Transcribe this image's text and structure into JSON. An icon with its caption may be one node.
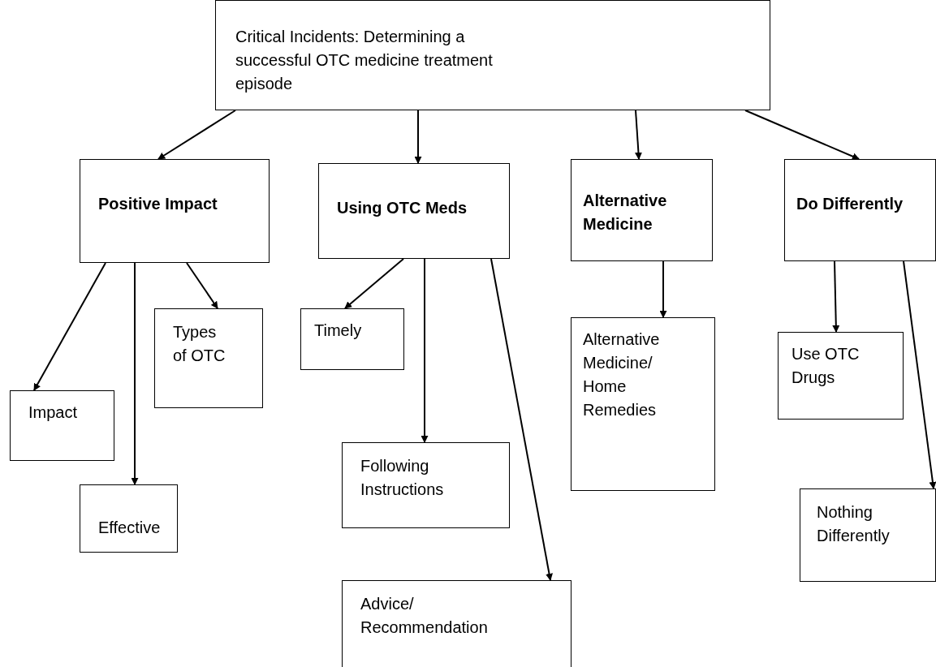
{
  "diagram": {
    "nodes": [
      {
        "text": [
          "Critical Incidents: Determining a successful OTC medicine treatment episode"
        ]
      },
      {
        "text": [
          "Positive Impact"
        ]
      },
      {
        "text": [
          "Using OTC Meds"
        ]
      },
      {
        "text": [
          "Alternative Medicine"
        ]
      },
      {
        "text": [
          "Do Differently"
        ]
      },
      {
        "text": [
          "Types of OTC"
        ]
      },
      {
        "text": [
          "Impact"
        ]
      },
      {
        "text": [
          "Effective"
        ]
      },
      {
        "text": [
          "Timely"
        ]
      },
      {
        "text": [
          "Following Instructions"
        ]
      },
      {
        "text": [
          "Advice/ Recommendation"
        ]
      },
      {
        "text": [
          "Alternative Medicine/ Home Remedies"
        ]
      },
      {
        "text": [
          "Use OTC Drugs"
        ]
      },
      {
        "text": [
          "Nothing Differently"
        ]
      }
    ],
    "edges": [
      {
        "from": 0,
        "to": 1,
        "arrow": "to"
      },
      {
        "from": 0,
        "to": 2,
        "arrow": "to"
      },
      {
        "from": 0,
        "to": 3,
        "arrow": "to"
      },
      {
        "from": 0,
        "to": 4,
        "arrow": "to"
      },
      {
        "from": 1,
        "to": 6,
        "arrow": "to"
      },
      {
        "from": 1,
        "to": 7,
        "arrow": "to"
      },
      {
        "from": 1,
        "to": 5,
        "arrow": "to"
      },
      {
        "from": 2,
        "to": 8,
        "arrow": "to"
      },
      {
        "from": 2,
        "to": 9,
        "arrow": "to"
      },
      {
        "from": 2,
        "to": 10,
        "arrow": "to"
      },
      {
        "from": 3,
        "to": 11,
        "arrow": "to"
      },
      {
        "from": 4,
        "to": 12,
        "arrow": "to"
      },
      {
        "from": 4,
        "to": 13,
        "arrow": "to"
      }
    ]
  }
}
